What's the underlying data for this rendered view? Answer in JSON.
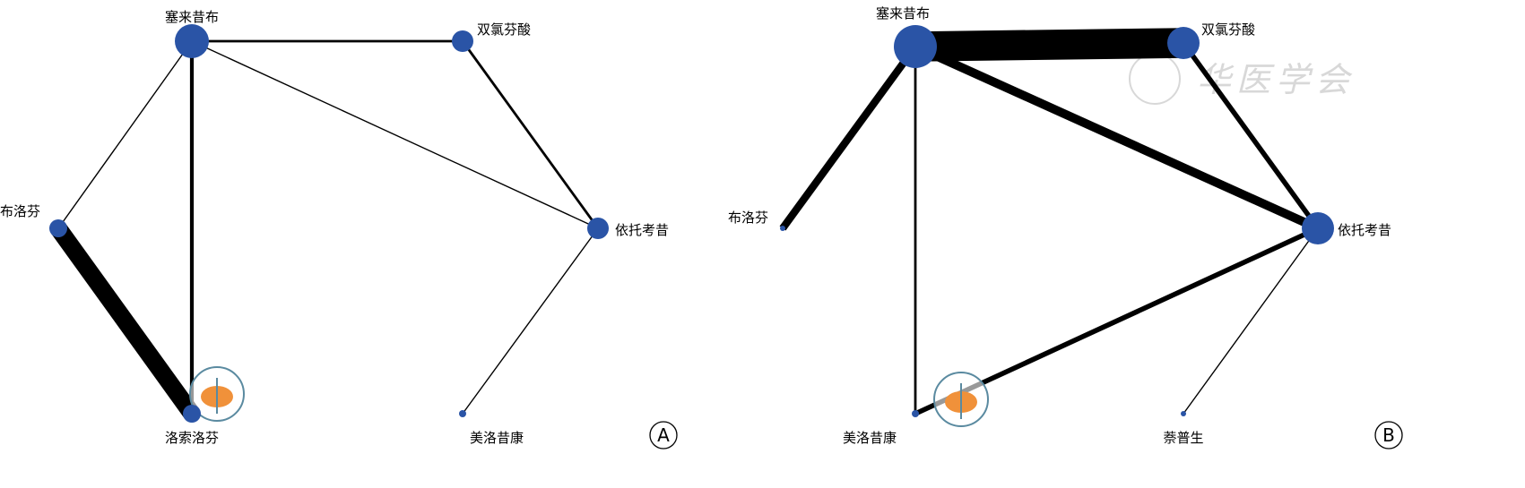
{
  "panels": [
    {
      "id": "A",
      "label": "A",
      "nodes": [
        {
          "id": "celecoxib",
          "name": "塞来昔布",
          "size": 19
        },
        {
          "id": "diclofenac",
          "name": "双氯芬酸",
          "size": 12
        },
        {
          "id": "etoricoxib",
          "name": "依托考昔",
          "size": 12
        },
        {
          "id": "meloxicam",
          "name": "美洛昔康",
          "size": 4
        },
        {
          "id": "loxoprofen",
          "name": "洛索洛芬",
          "size": 10
        },
        {
          "id": "ibuprofen",
          "name": "布洛芬",
          "size": 10
        }
      ],
      "edges": [
        {
          "from": "celecoxib",
          "to": "diclofenac",
          "weight": 2
        },
        {
          "from": "celecoxib",
          "to": "ibuprofen",
          "weight": 1
        },
        {
          "from": "celecoxib",
          "to": "loxoprofen",
          "weight": 3
        },
        {
          "from": "celecoxib",
          "to": "etoricoxib",
          "weight": 1
        },
        {
          "from": "diclofenac",
          "to": "etoricoxib",
          "weight": 2
        },
        {
          "from": "etoricoxib",
          "to": "meloxicam",
          "weight": 1
        },
        {
          "from": "ibuprofen",
          "to": "loxoprofen",
          "weight": 14
        }
      ]
    },
    {
      "id": "B",
      "label": "B",
      "nodes": [
        {
          "id": "celecoxib",
          "name": "塞来昔布",
          "size": 24
        },
        {
          "id": "diclofenac",
          "name": "双氯芬酸",
          "size": 18
        },
        {
          "id": "etoricoxib",
          "name": "依托考昔",
          "size": 18
        },
        {
          "id": "ibuprofen",
          "name": "布洛芬",
          "size": 3
        },
        {
          "id": "meloxicam",
          "name": "美洛昔康",
          "size": 4
        },
        {
          "id": "naproxen",
          "name": "萘普生",
          "size": 3
        }
      ],
      "edges": [
        {
          "from": "celecoxib",
          "to": "diclofenac",
          "weight": 24
        },
        {
          "from": "celecoxib",
          "to": "ibuprofen",
          "weight": 6
        },
        {
          "from": "celecoxib",
          "to": "meloxicam",
          "weight": 2
        },
        {
          "from": "celecoxib",
          "to": "etoricoxib",
          "weight": 7
        },
        {
          "from": "diclofenac",
          "to": "etoricoxib",
          "weight": 4
        },
        {
          "from": "meloxicam",
          "to": "etoricoxib",
          "weight": 4
        },
        {
          "from": "etoricoxib",
          "to": "naproxen",
          "weight": 1
        }
      ]
    }
  ],
  "colors": {
    "node": "#2a54a6",
    "edge": "#000000",
    "watermark": "#d8d8d8",
    "logo_map": "#f0913a",
    "logo_ring": "#5a8aa0"
  },
  "watermark": {
    "text": "中华医学会"
  }
}
